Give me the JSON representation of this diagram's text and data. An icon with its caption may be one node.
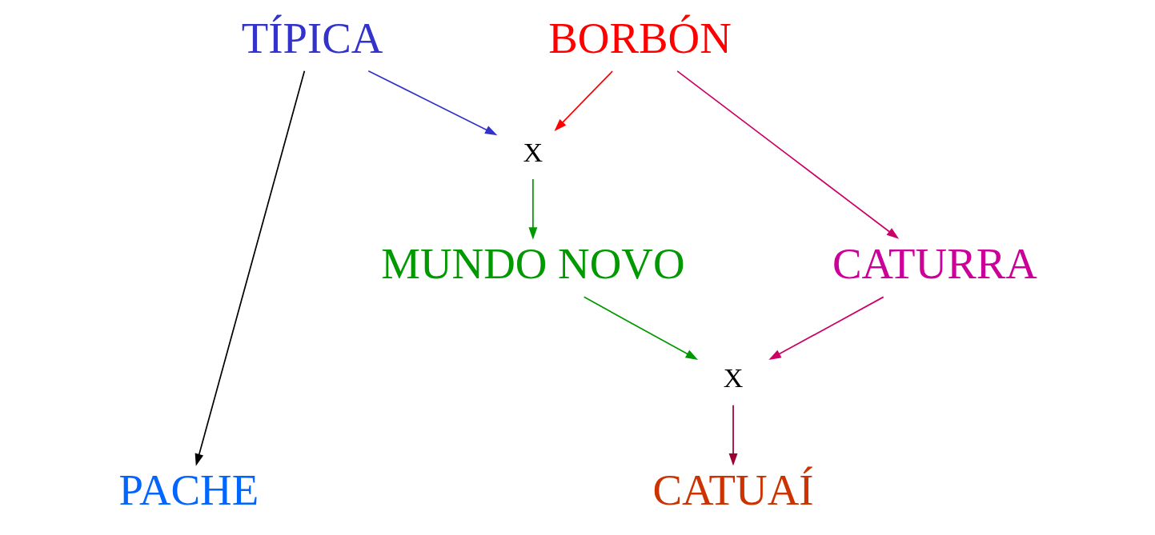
{
  "diagram": {
    "nodes": [
      {
        "text": [
          "TÍPICA"
        ]
      },
      {
        "text": [
          "BORBÓN"
        ]
      },
      {
        "text": [
          "X"
        ]
      },
      {
        "text": [
          "MUNDO NOVO"
        ]
      },
      {
        "text": [
          "CATURRA"
        ]
      },
      {
        "text": [
          "X"
        ]
      },
      {
        "text": [
          "PACHE"
        ]
      },
      {
        "text": [
          "CATUAÍ"
        ]
      }
    ],
    "edges": [
      {
        "from": 0,
        "to": 6,
        "arrow": "to",
        "color": "#000000"
      },
      {
        "from": 0,
        "to": 2,
        "arrow": "to",
        "color": "#3333cc"
      },
      {
        "from": 1,
        "to": 2,
        "arrow": "to",
        "color": "#ff0000"
      },
      {
        "from": 1,
        "to": 4,
        "arrow": "to",
        "color": "#cc0066"
      },
      {
        "from": 2,
        "to": 3,
        "arrow": "to",
        "color": "#009900"
      },
      {
        "from": 3,
        "to": 5,
        "arrow": "to",
        "color": "#009900"
      },
      {
        "from": 4,
        "to": 5,
        "arrow": "to",
        "color": "#cc0066"
      },
      {
        "from": 5,
        "to": 7,
        "arrow": "to",
        "color": "#990033"
      }
    ]
  }
}
